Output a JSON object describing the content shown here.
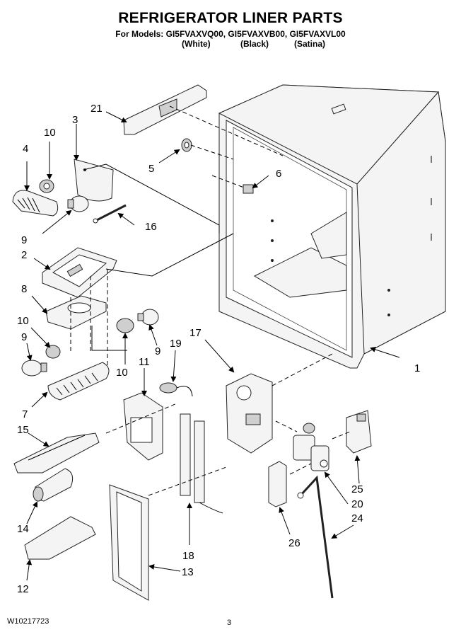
{
  "header": {
    "title": "REFRIGERATOR LINER PARTS",
    "models": "For Models: GI5FVAXVQ00, GI5FVAXVB00, GI5FVAXVL00",
    "variants": [
      "(White)",
      "(Black)",
      "(Satina)"
    ]
  },
  "footer": {
    "doc_code": "W10217723",
    "page": "3"
  },
  "callouts": [
    {
      "id": "c1",
      "text": "1"
    },
    {
      "id": "c2",
      "text": "2"
    },
    {
      "id": "c3",
      "text": "3"
    },
    {
      "id": "c4",
      "text": "4"
    },
    {
      "id": "c5",
      "text": "5"
    },
    {
      "id": "c6",
      "text": "6"
    },
    {
      "id": "c7",
      "text": "7"
    },
    {
      "id": "c8",
      "text": "8"
    },
    {
      "id": "c9a",
      "text": "9"
    },
    {
      "id": "c9b",
      "text": "9"
    },
    {
      "id": "c9c",
      "text": "9"
    },
    {
      "id": "c10a",
      "text": "10"
    },
    {
      "id": "c10b",
      "text": "10"
    },
    {
      "id": "c10c",
      "text": "10"
    },
    {
      "id": "c11",
      "text": "11"
    },
    {
      "id": "c12",
      "text": "12"
    },
    {
      "id": "c13",
      "text": "13"
    },
    {
      "id": "c14",
      "text": "14"
    },
    {
      "id": "c15",
      "text": "15"
    },
    {
      "id": "c16",
      "text": "16"
    },
    {
      "id": "c17",
      "text": "17"
    },
    {
      "id": "c18",
      "text": "18"
    },
    {
      "id": "c19",
      "text": "19"
    },
    {
      "id": "c20",
      "text": "20"
    },
    {
      "id": "c21",
      "text": "21"
    },
    {
      "id": "c24",
      "text": "24"
    },
    {
      "id": "c25",
      "text": "25"
    },
    {
      "id": "c26",
      "text": "26"
    }
  ]
}
